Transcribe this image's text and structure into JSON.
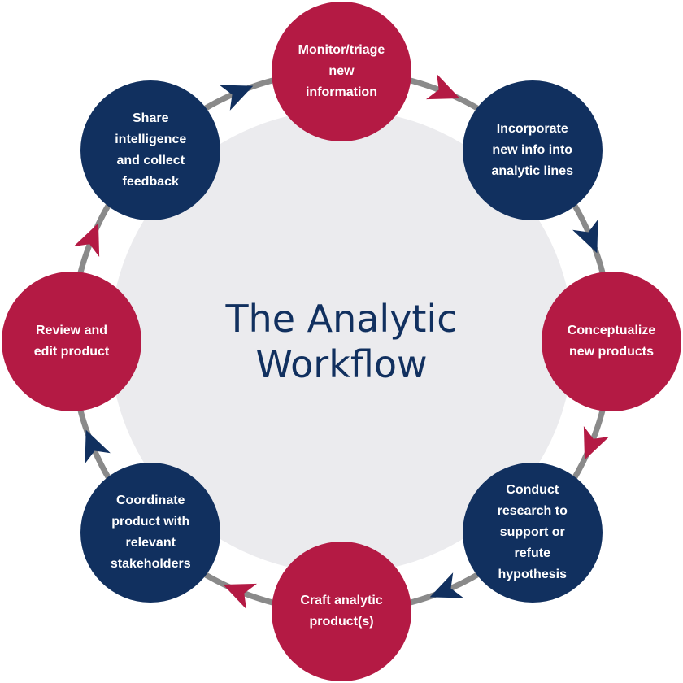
{
  "title": {
    "line1": "The Analytic",
    "line2": "Workflow"
  },
  "colors": {
    "crimson": "#b41a44",
    "navy": "#11305f",
    "center_fill": "#ebebee",
    "ring": "#8a8a8a"
  },
  "steps": [
    {
      "label": "Monitor/triage new information",
      "color": "crimson"
    },
    {
      "label": "Incorporate new info into analytic lines",
      "color": "navy"
    },
    {
      "label": "Conceptualize new products",
      "color": "crimson"
    },
    {
      "label": "Conduct research to support or refute hypothesis",
      "color": "navy"
    },
    {
      "label": "Craft analytic product(s)",
      "color": "crimson"
    },
    {
      "label": "Coordinate product with relevant stakeholders",
      "color": "navy"
    },
    {
      "label": "Review and edit product",
      "color": "crimson"
    },
    {
      "label": "Share intelligence and collect feedback",
      "color": "navy"
    }
  ],
  "arrows": [
    {
      "from": "Monitor/triage new information",
      "to": "Incorporate new info into analytic lines",
      "color": "crimson"
    },
    {
      "from": "Incorporate new info into analytic lines",
      "to": "Conceptualize new products",
      "color": "navy"
    },
    {
      "from": "Conceptualize new products",
      "to": "Conduct research to support or refute hypothesis",
      "color": "crimson"
    },
    {
      "from": "Conduct research to support or refute hypothesis",
      "to": "Craft analytic product(s)",
      "color": "navy"
    },
    {
      "from": "Craft analytic product(s)",
      "to": "Coordinate product with relevant stakeholders",
      "color": "crimson"
    },
    {
      "from": "Coordinate product with relevant stakeholders",
      "to": "Review and edit product",
      "color": "navy"
    },
    {
      "from": "Review and edit product",
      "to": "Share intelligence and collect feedback",
      "color": "crimson"
    },
    {
      "from": "Share intelligence and collect feedback",
      "to": "Monitor/triage new information",
      "color": "navy"
    }
  ]
}
